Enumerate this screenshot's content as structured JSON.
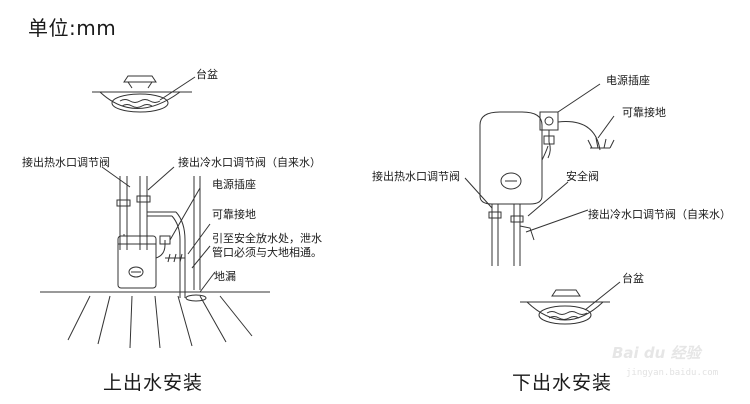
{
  "unit": "单位:mm",
  "left": {
    "caption": "上出水安装",
    "labels": {
      "basin": "台盆",
      "hot_valve": "接出热水口调节阀",
      "cold_valve": "接出冷水口调节阀（自来水）",
      "socket": "电源插座",
      "ground": "可靠接地",
      "drain_note_1": "引至安全放水处，泄水",
      "drain_note_2": "管口必须与大地相通。",
      "floor_drain": "地漏"
    }
  },
  "right": {
    "caption": "下出水安装",
    "labels": {
      "socket": "电源插座",
      "ground": "可靠接地",
      "hot_valve": "接出热水口调节阀",
      "safety_valve": "安全阀",
      "cold_valve": "接出冷水口调节阀（自来水）",
      "basin": "台盆"
    }
  },
  "watermark": {
    "brand": "Bai du 经验",
    "url": "jingyan.baidu.com"
  }
}
